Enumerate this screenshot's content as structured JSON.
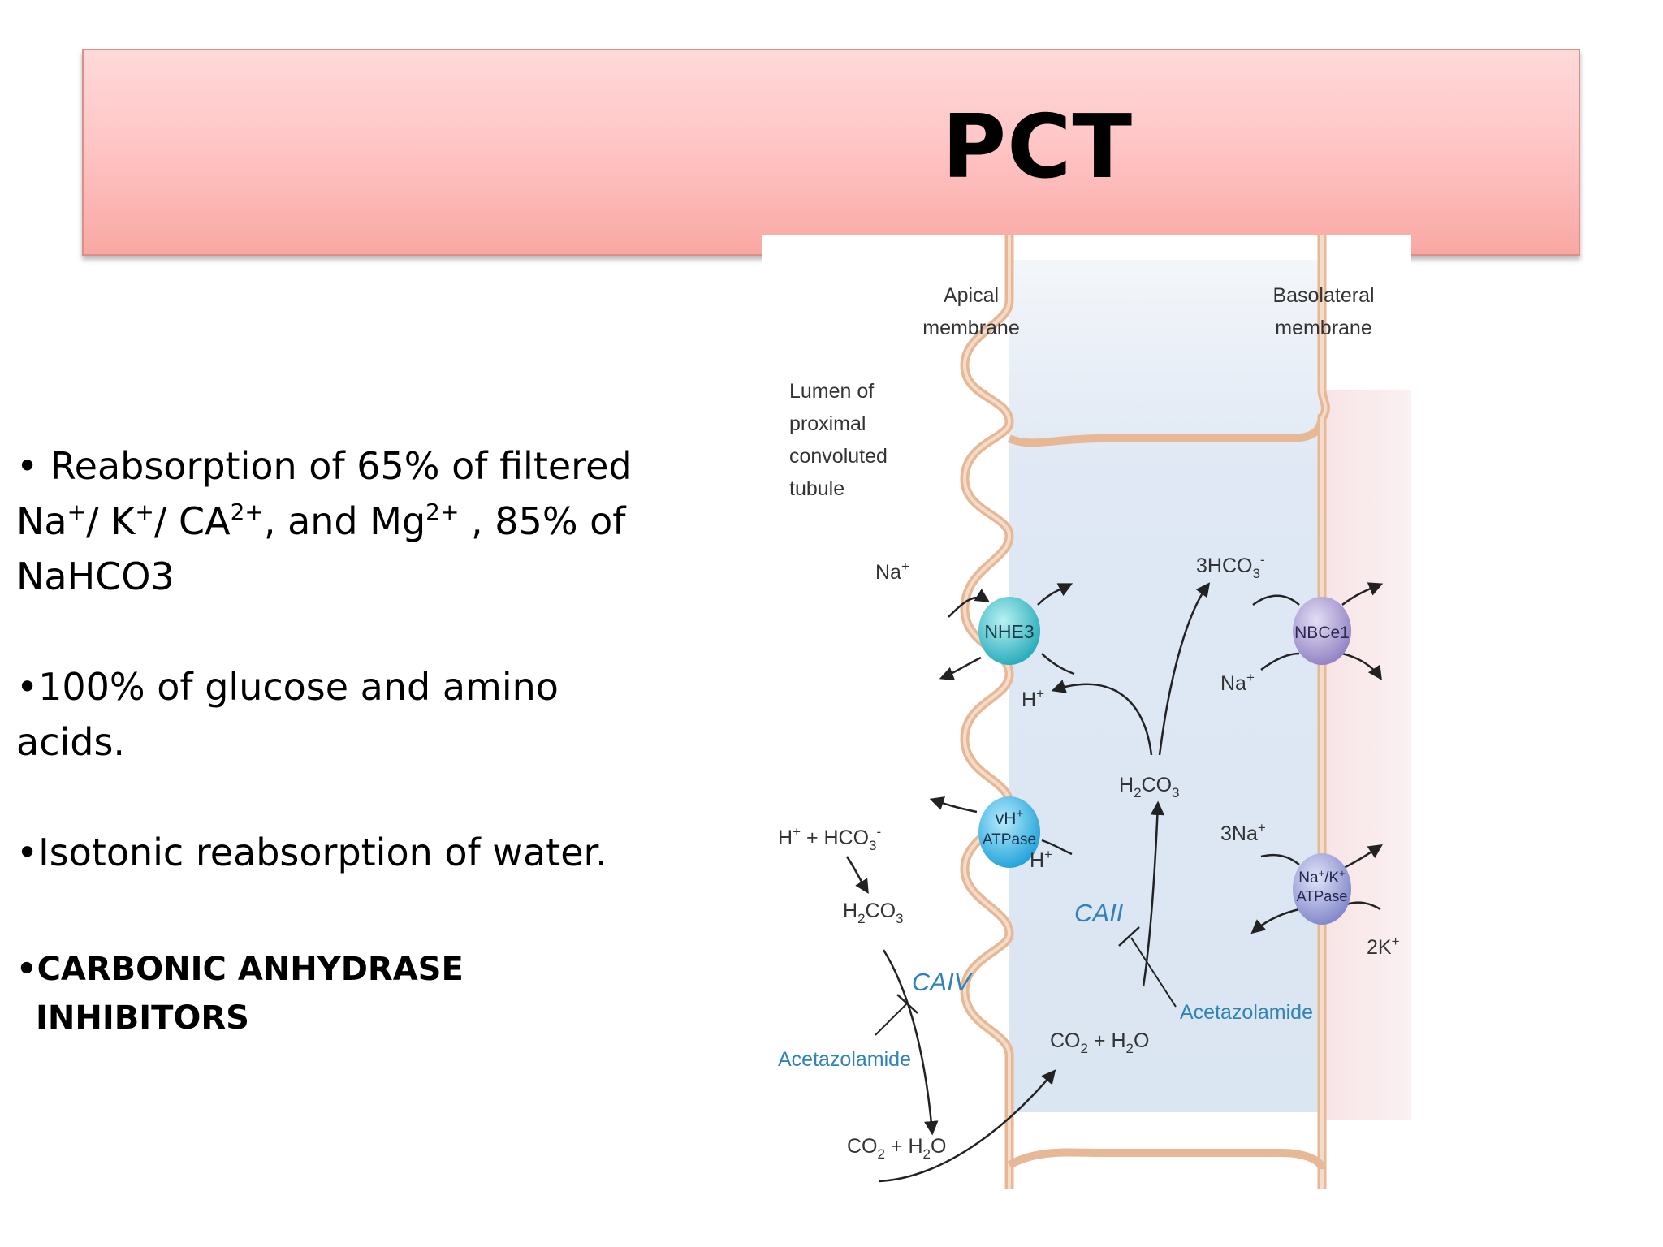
{
  "title": "PCT",
  "bullets": {
    "b1": {
      "line1": "• Reabsorption of 65% of filtered",
      "na": "Na",
      "na_sup": "+",
      "sep1": "/ K",
      "k_sup": "+",
      "sep2": "/ CA",
      "ca_sup": "2+",
      "mid": ", and Mg",
      "mg_sup": "2+",
      "tail": " , 85% of",
      "line3": "NaHCO3"
    },
    "b2": {
      "line1": "•100% of glucose and amino",
      "line2": "acids."
    },
    "b3": "•Isotonic reabsorption of water.",
    "b4": {
      "line1": "•CARBONIC ANHYDRASE",
      "line2": "INHIBITORS"
    }
  },
  "diagram": {
    "apical_1": "Apical",
    "apical_2": "membrane",
    "basolateral_1": "Basolateral",
    "basolateral_2": "membrane",
    "lumen_1": "Lumen of",
    "lumen_2": "proximal",
    "lumen_3": "convoluted",
    "lumen_4": "tubule",
    "na_lumen": "Na",
    "na_lumen_sup": "+",
    "nhe3": "NHE3",
    "h_nhe3": "H",
    "h_nhe3_sup": "+",
    "hco3_cell": "3HCO",
    "hco3_cell_sub": "3",
    "hco3_cell_sup": "-",
    "nbce1": "NBCe1",
    "na_nbc": "Na",
    "na_nbc_sup": "+",
    "h2co3_cell": "H",
    "h2co3_cell_sub1": "2",
    "h2co3_cell_mid": "CO",
    "h2co3_cell_sub2": "3",
    "h_plus_hco3": "H",
    "h_plus_hco3_sup": "+",
    "h_plus_hco3_mid": " + HCO",
    "h_plus_hco3_sub": "3",
    "h_plus_hco3_sup2": "-",
    "vh_atpase_1": "vH",
    "vh_atpase_1_sup": "+",
    "vh_atpase_2": "ATPase",
    "h_vatpase": "H",
    "h_vatpase_sup": "+",
    "three_na": "3Na",
    "three_na_sup": "+",
    "nak_1": "Na",
    "nak_1_sup1": "+",
    "nak_1_mid": "/K",
    "nak_1_sup2": "+",
    "nak_2": "ATPase",
    "two_k": "2K",
    "two_k_sup": "+",
    "h2co3_lumen": "H",
    "h2co3_lumen_sub1": "2",
    "h2co3_lumen_mid": "CO",
    "h2co3_lumen_sub2": "3",
    "caii": "CAII",
    "caiv": "CAIV",
    "acetazolamide_cell": "Acetazolamide",
    "acetazolamide_lumen": "Acetazolamide",
    "co2_cell": "CO",
    "co2_cell_sub": "2",
    "co2_cell_mid": " + H",
    "co2_cell_sub2": "2",
    "co2_cell_end": "O",
    "co2_lumen": "CO",
    "co2_lumen_sub": "2",
    "co2_lumen_mid": " + H",
    "co2_lumen_sub2": "2",
    "co2_lumen_end": "O"
  },
  "colors": {
    "title_bar_top": "#ffd9d9",
    "title_bar_bottom": "#f9a8a3",
    "cell_fill": "#dbe6f3",
    "membrane": "#e7b896",
    "nhe3": "#3fc4cf",
    "vh_atpase": "#35b8e8",
    "nbce1": "#a89ad0",
    "nak_atpase": "#9aa0d8",
    "enzyme_label": "#2f83b8"
  }
}
